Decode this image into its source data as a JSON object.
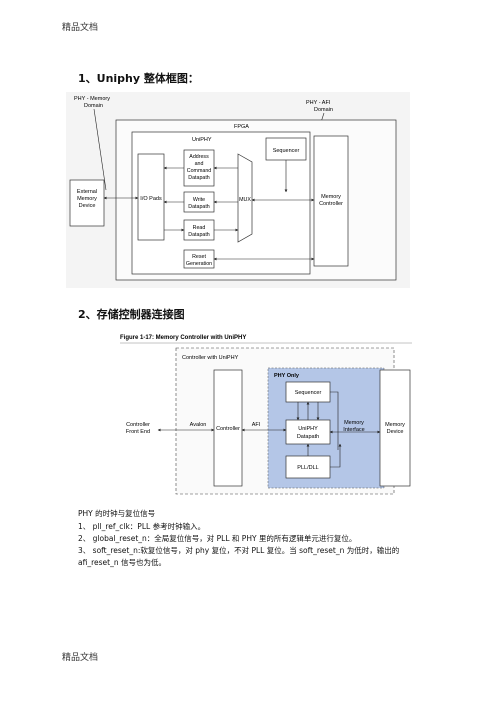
{
  "header": {
    "text": "精品文档"
  },
  "footer": {
    "text": "精品文档"
  },
  "section1": {
    "heading": "1、Uniphy  整体框图：",
    "diagram": {
      "phy_memory_domain": [
        "PHY - Memory",
        "Domain"
      ],
      "phy_afi_domain": [
        "PHY - AFI",
        "Domain"
      ],
      "fpga": "FPGA",
      "uniphy": "UniPHY",
      "external_memory_device": [
        "External",
        "Memory",
        "Device"
      ],
      "io_pads": "I/O Pads",
      "address_command_datapath": [
        "Address",
        "and",
        "Command",
        "Datapath"
      ],
      "write_datapath": [
        "Write",
        "Datapath"
      ],
      "read_datapath": [
        "Read",
        "Datapath"
      ],
      "reset_generation": [
        "Reset",
        "Generation"
      ],
      "mux": "MUX",
      "sequencer": "Sequencer",
      "memory_controller": [
        "Memory",
        "Controller"
      ]
    }
  },
  "section2": {
    "heading": "2、存储控制器连接图",
    "figure_caption": "Figure 1-17: Memory Controller with UniPHY",
    "diagram": {
      "controller_with_uniphy": "Controller with UniPHY",
      "phy_only": "PHY Only",
      "controller_front_end": [
        "Controller",
        "Front End"
      ],
      "avalon": "Avalon",
      "controller": "Controller",
      "afi": "AFI",
      "sequencer": "Sequencer",
      "uniphy_datapath": [
        "UniPHY",
        "Datapath"
      ],
      "pll_dll": "PLL/DLL",
      "memory_interface": [
        "Memory",
        "Interface"
      ],
      "memory_device": [
        "Memory",
        "Device"
      ]
    }
  },
  "body": {
    "title": "PHY 的时钟与复位信号",
    "items": [
      "1、   pll_ref_clk：PLL 参考时钟输入。",
      "2、   global_reset_n：全局复位信号，对 PLL 和 PHY 里的所有逻辑单元进行复位。",
      "3、   soft_reset_n:软复位信号，对 phy 复位，不对 PLL 复位。当 soft_reset_n 为低时，输出的",
      "         afi_reset_n 信号也为低。"
    ]
  },
  "colors": {
    "phy_only_fill": "#b4c6e7",
    "diagram_bg": "#f4f4f4"
  }
}
